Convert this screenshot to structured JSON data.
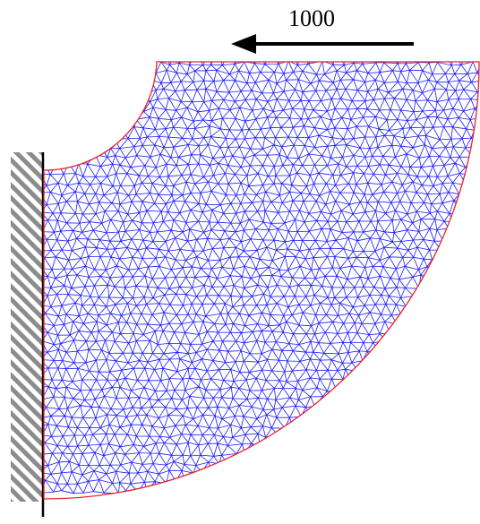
{
  "load": {
    "label": "1000",
    "direction": "left"
  },
  "support": {
    "type": "fixed-wall",
    "side": "left"
  },
  "mesh": {
    "element_type": "triangle",
    "shape": "quarter-annulus"
  },
  "colors": {
    "mesh_edges": "#1a1aff",
    "boundary": "#e8202a",
    "hatch": "#8c8c8c",
    "wall_line": "#000000",
    "arrow": "#000000",
    "background": "#ffffff"
  }
}
